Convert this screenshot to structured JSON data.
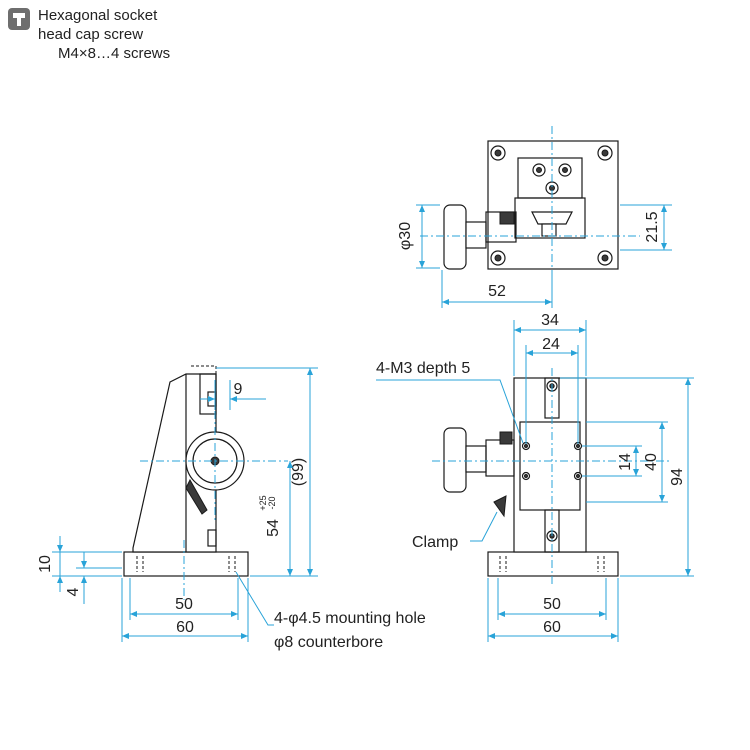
{
  "legend": {
    "line1": "Hexagonal socket",
    "line2": "head cap screw",
    "line3": "M4×8…4 screws"
  },
  "top_view": {
    "dia_label": "φ30",
    "height_label": "21.5",
    "width_label": "52"
  },
  "side_view": {
    "dim_9": "9",
    "dim_99": "(99)",
    "dim_54": "54",
    "tol_upper": "+25",
    "tol_lower": "-20",
    "dim_10": "10",
    "dim_4": "4",
    "dim_50": "50",
    "dim_60": "60"
  },
  "front_view": {
    "dim_34": "34",
    "dim_24": "24",
    "tap_label": "4-M3 depth 5",
    "dim_14": "14",
    "dim_40": "40",
    "dim_94": "94",
    "clamp_label": "Clamp",
    "dim_50": "50",
    "dim_60": "60"
  },
  "notes": {
    "mount1": "4-φ4.5 mounting hole",
    "mount2": "φ8 counterbore"
  }
}
